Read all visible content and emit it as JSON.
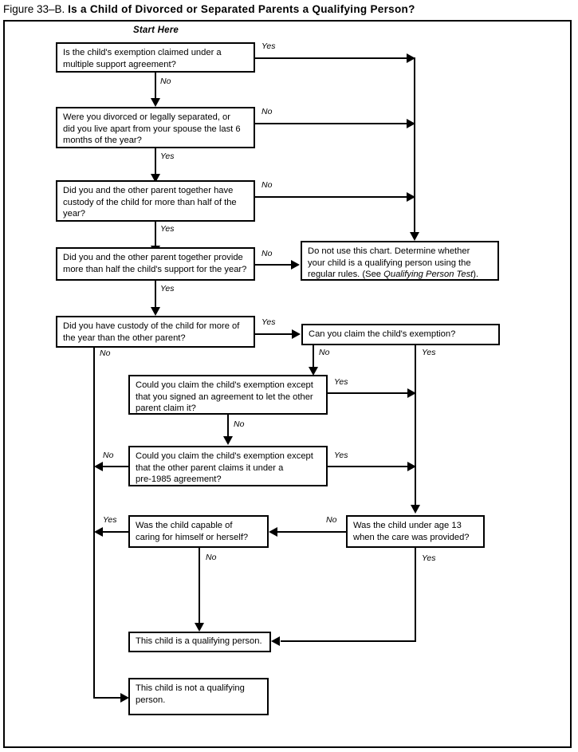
{
  "figure": {
    "number": "Figure 33–B.",
    "title": "Is a Child of Divorced or Separated Parents a Qualifying Person?"
  },
  "start_label": "Start Here",
  "nodes": {
    "multiple_support": "Is the child's exemption claimed under a\nmultiple support agreement?",
    "divorced_separated": "Were you divorced or legally separated, or\ndid you live apart from your spouse the last 6\nmonths of the year?",
    "joint_custody": "Did you and the other parent together have\ncustody of the child for more than half of the\nyear?",
    "joint_support": "Did you and the other parent together provide\nmore than half the child's support for the year?",
    "more_custody": "Did you have custody of the child for more of\nthe year than the other parent?",
    "do_not_use_a": "Do not use this chart. Determine whether",
    "do_not_use_b": "your child is a qualifying person using the",
    "do_not_use_c1": "regular rules. (See ",
    "do_not_use_c2": "Qualifying Person Test",
    "do_not_use_c3": ").",
    "can_claim": "Can you claim the child's exemption?",
    "signed_agreement": "Could you claim the child's exemption except\nthat you signed an agreement to let the other\nparent claim it?",
    "pre_1985": "Could you claim the child's exemption except\nthat the other parent claims it under a\npre-1985 agreement?",
    "capable_caring": "Was the child capable of\ncaring for himself or herself?",
    "under_age_13": "Was the child under age 13\nwhen the care was provided?",
    "is_qualifying": "This child is a qualifying person.",
    "not_qualifying": "This child is not a qualifying\nperson."
  },
  "edge_labels": {
    "yes1": "Yes",
    "no1": "No",
    "no2": "No",
    "yes2": "Yes",
    "no3": "No",
    "yes3": "Yes",
    "no4": "No",
    "yes4": "Yes",
    "yes5": "Yes",
    "no5": "No",
    "no6": "No",
    "yes6": "Yes",
    "no7": "No",
    "no8": "No",
    "yes7": "Yes",
    "no9": "No",
    "yes8": "Yes",
    "yes9": "Yes",
    "no10": "No"
  },
  "colors": {
    "line": "#000000",
    "background": "#ffffff",
    "text": "#000000"
  },
  "chart_data": {
    "type": "flowchart",
    "title": "Is a Child of Divorced or Separated Parents a Qualifying Person?",
    "entry": "Is the child's exemption claimed under a multiple support agreement?",
    "steps": [
      {
        "id": "multiple_support",
        "text": "Is the child's exemption claimed under a multiple support agreement?",
        "yes": "do_not_use",
        "no": "divorced_separated"
      },
      {
        "id": "divorced_separated",
        "text": "Were you divorced or legally separated, or did you live apart from your spouse the last 6 months of the year?",
        "yes": "joint_custody",
        "no": "do_not_use"
      },
      {
        "id": "joint_custody",
        "text": "Did you and the other parent together have custody of the child for more than half of the year?",
        "yes": "joint_support",
        "no": "do_not_use"
      },
      {
        "id": "joint_support",
        "text": "Did you and the other parent together provide more than half the child's support for the year?",
        "yes": "more_custody",
        "no": "do_not_use"
      },
      {
        "id": "more_custody",
        "text": "Did you have custody of the child for more of the year than the other parent?",
        "yes": "can_claim",
        "no": "not_qualifying"
      },
      {
        "id": "can_claim",
        "text": "Can you claim the child's exemption?",
        "yes": "under_age_13",
        "no": "signed_agreement"
      },
      {
        "id": "signed_agreement",
        "text": "Could you claim the child's exemption except that you signed an agreement to let the other parent claim it?",
        "yes": "under_age_13",
        "no": "pre_1985"
      },
      {
        "id": "pre_1985",
        "text": "Could you claim the child's exemption except that the other parent claims it under a pre-1985 agreement?",
        "yes": "under_age_13",
        "no": "not_qualifying"
      },
      {
        "id": "under_age_13",
        "text": "Was the child under age 13 when the care was provided?",
        "yes": "is_qualifying",
        "no": "capable_caring"
      },
      {
        "id": "capable_caring",
        "text": "Was the child capable of caring for himself or herself?",
        "yes": "not_qualifying",
        "no": "is_qualifying"
      },
      {
        "id": "do_not_use",
        "text": "Do not use this chart. Determine whether your child is a qualifying person using the regular rules. (See Qualifying Person Test).",
        "terminal": true
      },
      {
        "id": "is_qualifying",
        "text": "This child is a qualifying person.",
        "terminal": true
      },
      {
        "id": "not_qualifying",
        "text": "This child is not a qualifying person.",
        "terminal": true
      }
    ]
  }
}
